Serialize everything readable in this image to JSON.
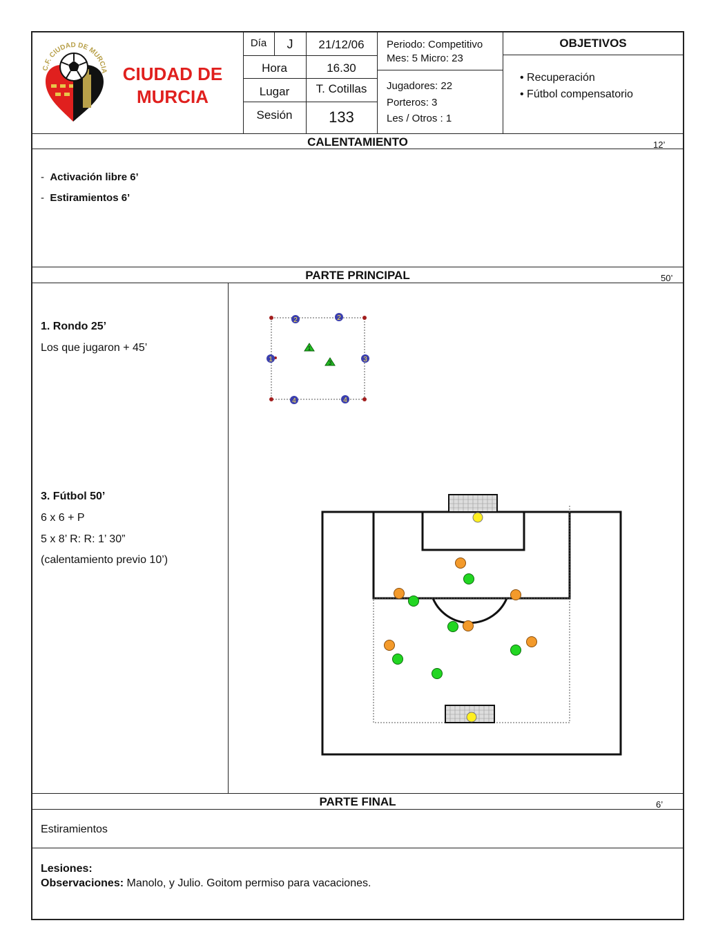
{
  "club": {
    "name_line1": "CIUDAD DE",
    "name_line2": "MURCIA",
    "logo_text": "C.F. CIUDAD DE MURCIA"
  },
  "session_info": {
    "day_label": "Día",
    "day_value": "J",
    "date": "21/12/06",
    "time_label": "Hora",
    "time_value": "16.30",
    "place_label": "Lugar",
    "place_value": "T. Cotillas",
    "session_label": "Sesión",
    "session_value": "133",
    "period": "Periodo: Competitivo",
    "month_micro": "Mes: 5 Micro: 23",
    "players": "Jugadores:  22",
    "goalkeepers": "Porteros: 3",
    "injured_others": "Les / Otros : 1"
  },
  "objectives": {
    "title": "OBJETIVOS",
    "items": [
      "Recuperación",
      "Fútbol compensatorio"
    ]
  },
  "warmup": {
    "title": "CALENTAMIENTO",
    "duration": "12’",
    "items": [
      "Activación libre  6’",
      "Estiramientos 6’"
    ]
  },
  "main": {
    "title": "PARTE PRINCIPAL",
    "duration": "50’",
    "drill1": {
      "title": "1.  Rondo  25’",
      "desc": "Los que jugaron + 45’",
      "player_numbers": [
        "2",
        "2",
        "1",
        "3",
        "4",
        "4",
        "1",
        "3"
      ]
    },
    "drill3": {
      "title": "3. Fútbol 50’",
      "lines": [
        "6 x 6 + P",
        "5 x 8’ R: R: 1’ 30”",
        "(calentamiento previo 10’)"
      ]
    }
  },
  "final": {
    "title": "PARTE FINAL",
    "duration": "6’",
    "text": "Estiramientos"
  },
  "notes": {
    "injuries_label": "Lesiones:",
    "observations_label": "Observaciones:",
    "observations_text": " Manolo, y Julio. Goitom permiso para vacaciones."
  },
  "colors": {
    "club_red": "#e0201e",
    "team_orange": "#f39a2b",
    "team_green": "#22d622",
    "goalkeeper_yellow": "#ffef20",
    "rondo_blue": "#3b3fae"
  }
}
